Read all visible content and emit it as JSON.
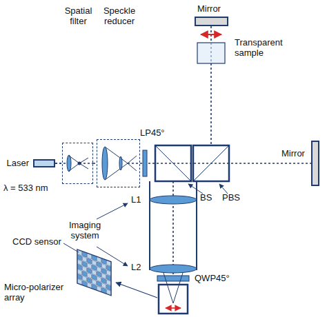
{
  "diagram": {
    "nodes": [
      {
        "text": [
          "Laser"
        ]
      },
      {
        "text": [
          "Spatial filter"
        ]
      },
      {
        "text": [
          "Speckle reducer"
        ]
      }
    ],
    "edges": [
      {
        "from": 0,
        "to": 1,
        "arrow": "none"
      },
      {
        "from": 1,
        "to": 2,
        "arrow": "none"
      }
    ],
    "labels": [
      "λ = 533 nm",
      "LP45°",
      "Mirror",
      "Transparent sample",
      "Mirror",
      "BS",
      "PBS",
      "L1",
      "Imaging system",
      "L2",
      "QWP45°",
      "CCD sensor",
      "Micro-polarizer array"
    ]
  }
}
